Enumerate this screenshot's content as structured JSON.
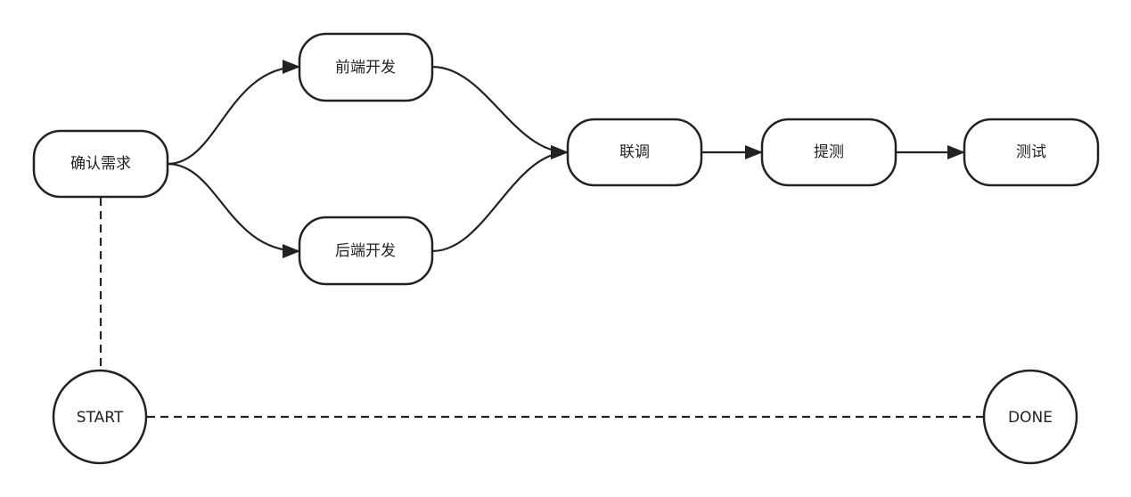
{
  "nodes": {
    "confirm_requirements": "确认需求",
    "frontend_dev": "前端开发",
    "backend_dev": "后端开发",
    "integration": "联调",
    "submit_test": "提测",
    "testing": "测试",
    "start": "START",
    "done": "DONE"
  },
  "edges": [
    {
      "from": "confirm_requirements",
      "to": "frontend_dev",
      "style": "solid",
      "arrow": true
    },
    {
      "from": "confirm_requirements",
      "to": "backend_dev",
      "style": "solid",
      "arrow": true
    },
    {
      "from": "frontend_dev",
      "to": "integration",
      "style": "solid",
      "arrow": true
    },
    {
      "from": "backend_dev",
      "to": "integration",
      "style": "solid",
      "arrow": true
    },
    {
      "from": "integration",
      "to": "submit_test",
      "style": "solid",
      "arrow": true
    },
    {
      "from": "submit_test",
      "to": "testing",
      "style": "solid",
      "arrow": true
    },
    {
      "from": "confirm_requirements",
      "to": "start",
      "style": "dashed",
      "arrow": false
    },
    {
      "from": "start",
      "to": "done",
      "style": "dashed",
      "arrow": false
    }
  ],
  "colors": {
    "stroke": "#222222",
    "background": "#ffffff"
  }
}
